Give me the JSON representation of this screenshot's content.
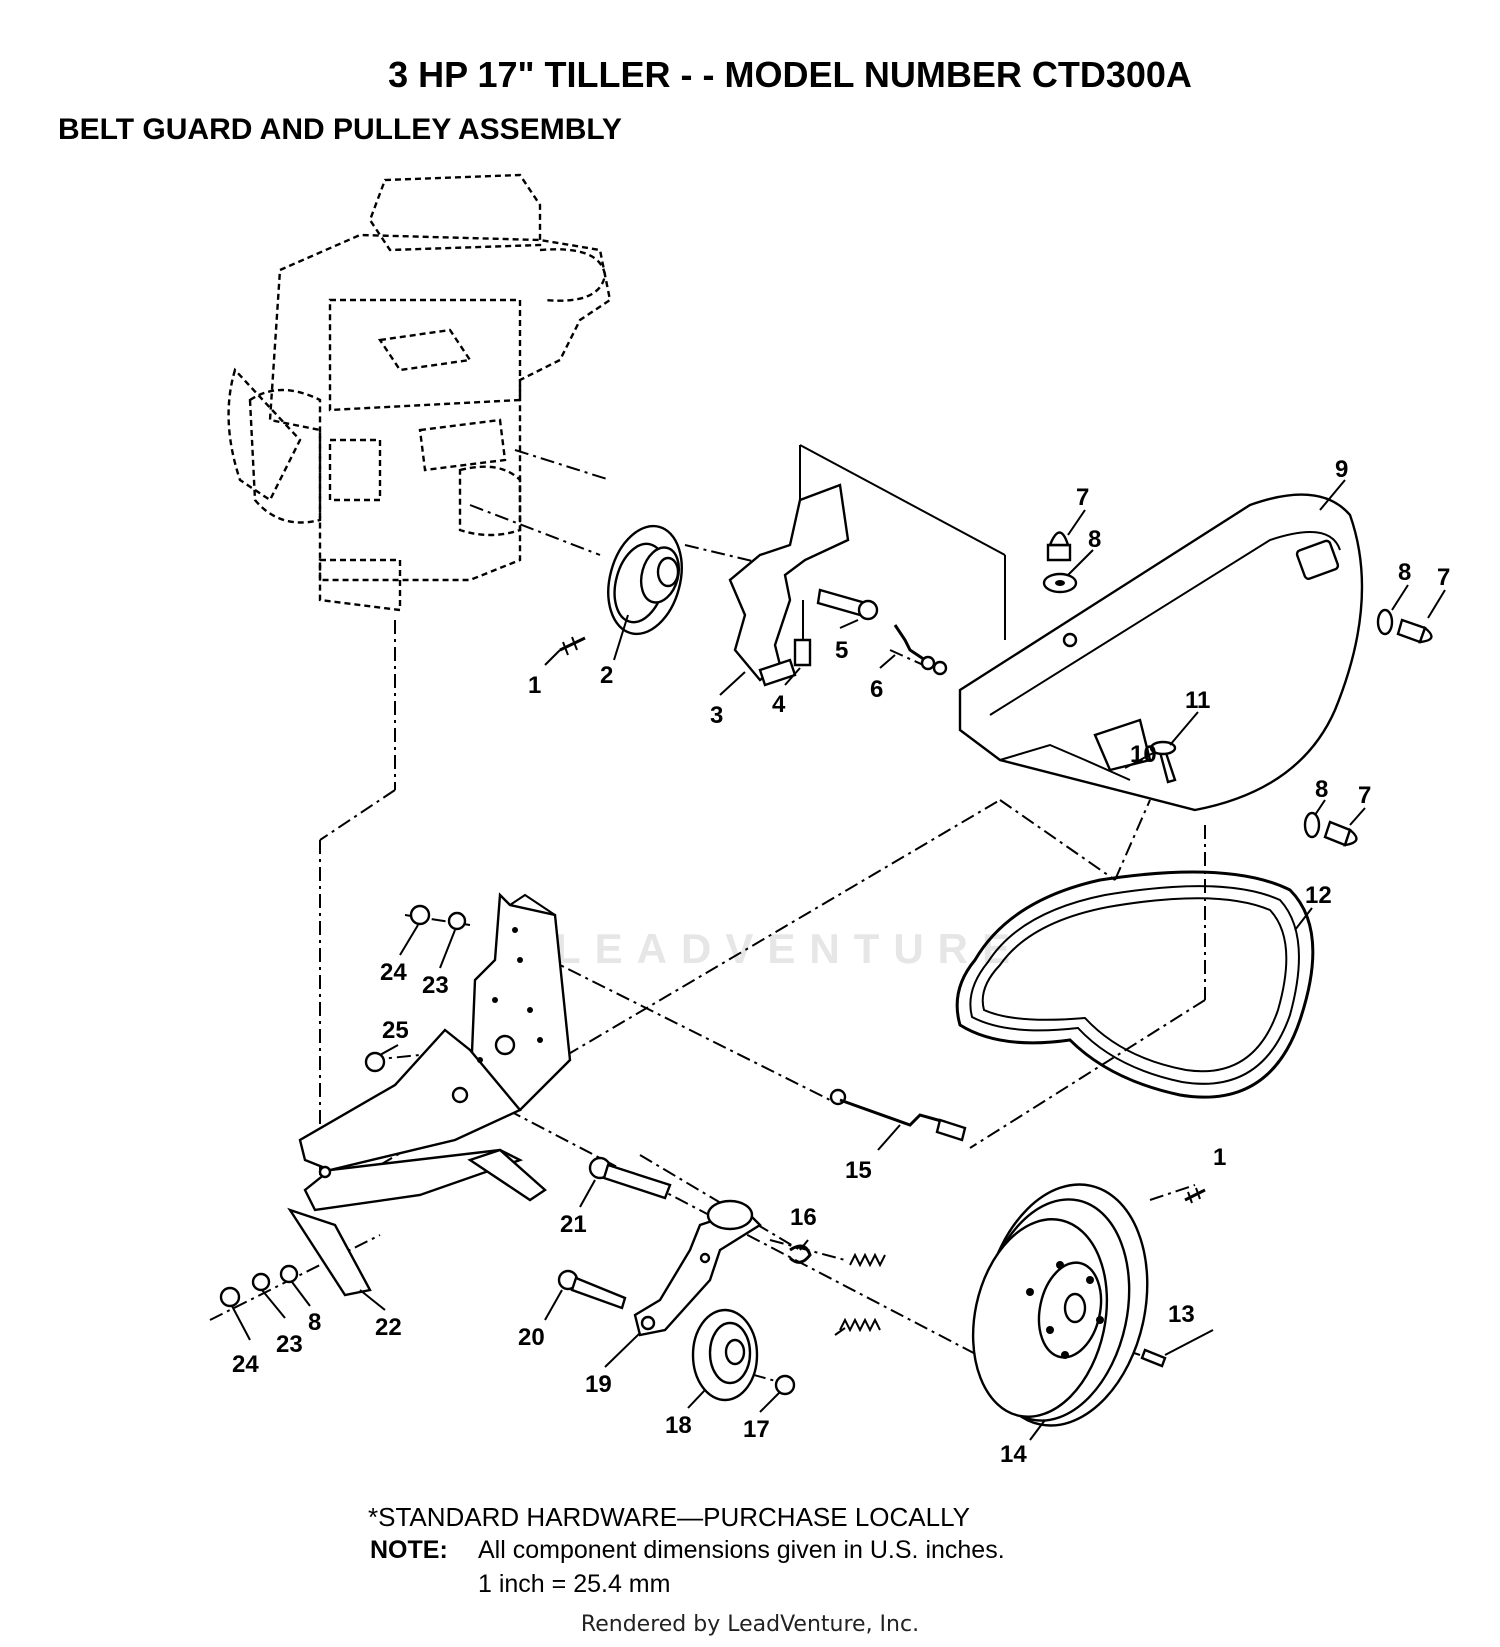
{
  "header": {
    "title": "3 HP 17\" TILLER - - MODEL NUMBER CTD300A",
    "subtitle": "BELT GUARD AND PULLEY ASSEMBLY"
  },
  "callouts": {
    "c1a": "1",
    "c1b": "1",
    "c2": "2",
    "c3": "3",
    "c4": "4",
    "c5": "5",
    "c6": "6",
    "c7a": "7",
    "c7b": "7",
    "c7c": "7",
    "c8a": "8",
    "c8b": "8",
    "c8c": "8",
    "c8d": "8",
    "c9": "9",
    "c10": "10",
    "c11": "11",
    "c12": "12",
    "c13": "13",
    "c14": "14",
    "c15": "15",
    "c16": "16",
    "c17": "17",
    "c18": "18",
    "c19": "19",
    "c20": "20",
    "c21": "21",
    "c22": "22",
    "c23a": "23",
    "c23b": "23",
    "c24a": "24",
    "c24b": "24",
    "c25": "25"
  },
  "footer": {
    "standard_hardware": "*STANDARD HARDWARE—PURCHASE LOCALLY",
    "note_label": "NOTE:",
    "note_line1": "All component dimensions given in U.S. inches.",
    "note_line2": "1 inch = 25.4 mm",
    "rendered_by": "Rendered by LeadVenture, Inc."
  },
  "watermark": {
    "text": "LEADVENTURE"
  }
}
